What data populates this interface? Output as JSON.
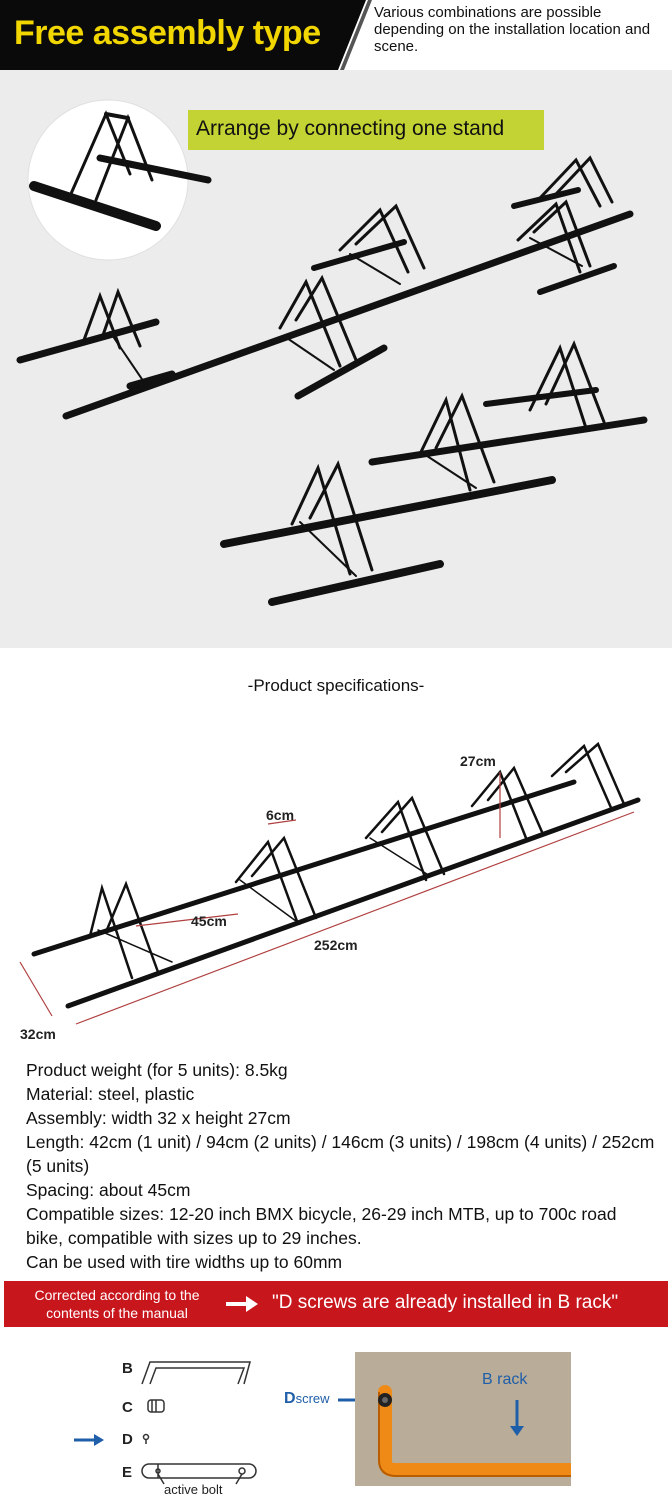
{
  "header": {
    "title": "Free assembly type",
    "description": "Various combinations are possible depending on the installation location and scene."
  },
  "assembly": {
    "banner": "Arrange by connecting one stand"
  },
  "specs": {
    "heading": "-Product specifications-",
    "dimensions": {
      "depth_top": "27cm",
      "gap": "6cm",
      "spacing": "45cm",
      "length": "252cm",
      "width": "32cm"
    },
    "lines": [
      "Product weight (for 5 units): 8.5kg",
      "Material: steel, plastic",
      "Assembly: width 32 x height 27cm",
      "Length: 42cm (1 unit) / 94cm (2 units) / 146cm (3 units) / 198cm (4 units) / 252cm (5 units)",
      "Spacing: about 45cm",
      "Compatible sizes: 12-20 inch BMX bicycle, 26-29 inch MTB, up to 700c road bike, compatible with sizes up to 29 inches.",
      "Can be used with tire widths up to 60mm"
    ]
  },
  "correction": {
    "left_text": "Corrected according to the contents of the manual",
    "right_text": "\"D screws are already installed in B rack\""
  },
  "parts": {
    "b": "B",
    "c": "C",
    "d": "D",
    "e": "E",
    "bolt_caption": "active bolt",
    "dscrew_prefix": "D",
    "dscrew_rest": "screw",
    "b_rack": "B rack"
  },
  "colors": {
    "title_yellow": "#f2d600",
    "banner_green": "#c3d334",
    "correction_red": "#c8161d",
    "label_blue": "#1f5ea8",
    "rack_orange": "#f08a16"
  }
}
